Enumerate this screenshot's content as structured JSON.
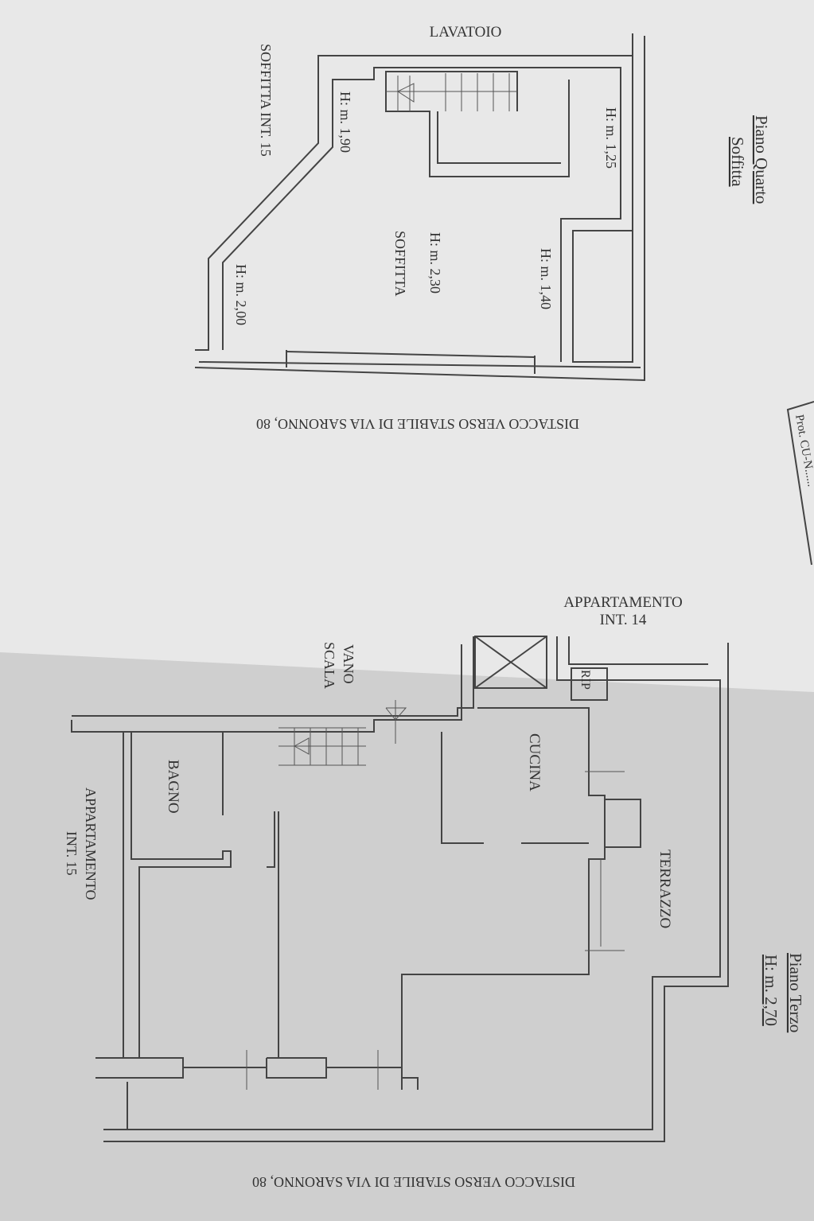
{
  "upper_plan": {
    "title": "Piano Quarto",
    "subtitle": "Soffitta",
    "labels": {
      "lavatoio": "LAVATOIO",
      "soffitta_int": "SOFFITTA INT. 15",
      "soffitta": "SOFFITTA",
      "h125": "H: m. 1,25",
      "h190": "H: m. 1,90",
      "h230": "H: m. 2,30",
      "h140": "H: m. 1,40",
      "h200": "H: m. 2,00"
    },
    "distacco": "DISTACCO VERSO STABILE DI VIA SARONNO, 80"
  },
  "stamp": "Prot. CU-N......",
  "lower_plan": {
    "title": "Piano Terzo",
    "subtitle": "H: m. 2,70",
    "labels": {
      "app14_a": "APPARTAMENTO",
      "app14_b": "INT. 14",
      "vano_a": "VANO",
      "vano_b": "SCALA",
      "rip": "RIP",
      "cucina": "CUCINA",
      "bagno": "BAGNO",
      "terrazzo": "TERRAZZO",
      "app15_a": "APPARTAMENTO",
      "app15_b": "INT. 15"
    },
    "distacco": "DISTACCO VERSO STABILE DI VIA SARONNO, 80"
  }
}
